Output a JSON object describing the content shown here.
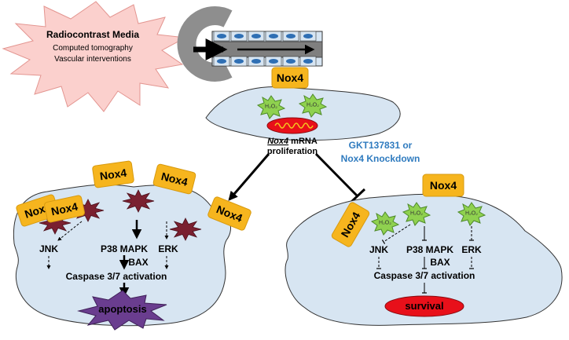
{
  "header": {
    "title": "Radiocontrast Media",
    "items": [
      "Computed tomography",
      "Vascular interventions"
    ]
  },
  "cell_top": {
    "nox4": "Nox4",
    "ros": [
      "H₂O₂",
      "H₂O₂"
    ],
    "caption_italic": "Nox4",
    "caption_rest": " mRNA",
    "caption_line2": "proliferation"
  },
  "intervention": {
    "line1": "GKT137831 or",
    "line2": "Nox4  Knockdown",
    "color": "#2f7bbf"
  },
  "cell_left": {
    "nox4": [
      "Nox4",
      "Nox4",
      "Nox4",
      "Nox4",
      "Nox4"
    ],
    "pathways": [
      "JNK",
      "P38 MAPK",
      "ERK"
    ],
    "bax": "BAX",
    "caspase": "Caspase 3/7 activation",
    "outcome": "apoptosis"
  },
  "cell_right": {
    "nox4": [
      "Nox4",
      "Nox4"
    ],
    "ros": [
      "H₂O₂",
      "H₂O₂",
      "H₂O₂"
    ],
    "pathways": [
      "JNK",
      "P38 MAPK",
      "ERK"
    ],
    "bax": "BAX",
    "caspase": "Caspase 3/7 activation",
    "outcome": "survival"
  },
  "colors": {
    "cell_fill": "#d7e5f2",
    "nox_fill": "#f6b51e",
    "ros_green": "#8fd14f",
    "ros_dark": "#7a2030",
    "apoptosis": "#6a3d8f",
    "survival_red": "#e8101a"
  }
}
